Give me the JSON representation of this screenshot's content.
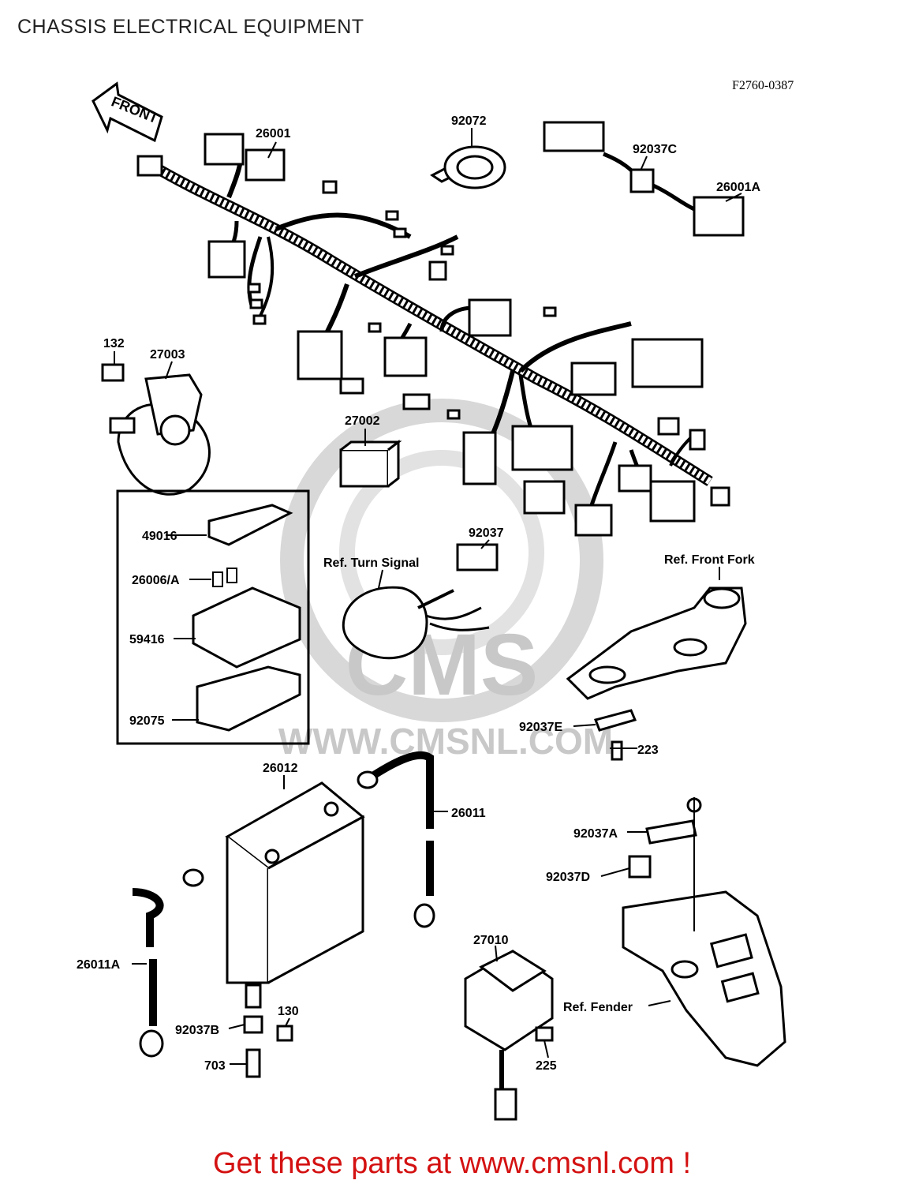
{
  "header": {
    "title": "CHASSIS ELECTRICAL EQUIPMENT",
    "figure_code": "F2760-0387"
  },
  "watermark": {
    "brand": "CMS",
    "url": "WWW.CMSNL.COM"
  },
  "diagram": {
    "front_arrow": "FRONT",
    "part_labels": {
      "p26001": "26001",
      "p92072": "92072",
      "p92037C": "92037C",
      "p26001A": "26001A",
      "p132": "132",
      "p27003": "27003",
      "p27002": "27002",
      "p49016": "49016",
      "p26006A": "26006/A",
      "p59416": "59416",
      "p92075": "92075",
      "p92037": "92037",
      "ref_turn_signal": "Ref. Turn Signal",
      "ref_front_fork": "Ref. Front Fork",
      "p92037E": "92037E",
      "p223": "223",
      "p26012": "26012",
      "p26011": "26011",
      "p92037A": "92037A",
      "p92037D": "92037D",
      "p26011A": "26011A",
      "p27010": "27010",
      "ref_fender": "Ref. Fender",
      "p130": "130",
      "p92037B": "92037B",
      "p703": "703",
      "p225": "225"
    }
  },
  "footer": {
    "cta": "Get these parts at www.cmsnl.com !"
  },
  "colors": {
    "line": "#000000",
    "watermark": "#c8c8c8",
    "cta": "#d41111"
  }
}
